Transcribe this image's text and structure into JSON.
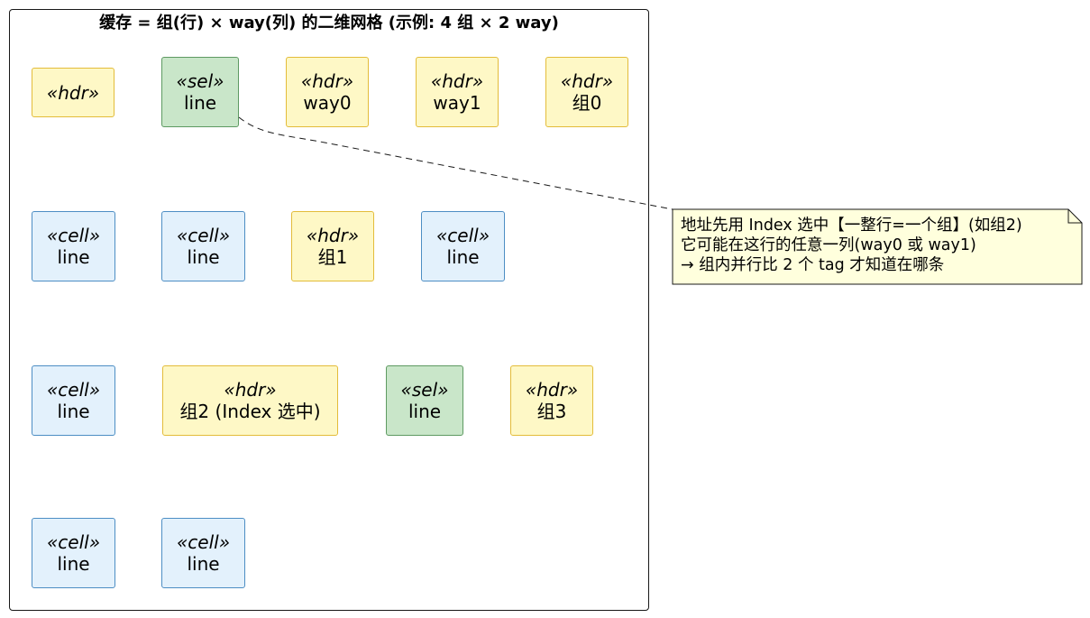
{
  "diagram": {
    "title": "缓存 = 组(行) × way(列) 的二维网格 (示例: 4 组 × 2 way)",
    "nodes": [
      {
        "id": "corner",
        "stereotype": "«hdr»",
        "label": "",
        "kind": "hdr"
      },
      {
        "id": "sel-1",
        "stereotype": "«sel»",
        "label": "line",
        "kind": "sel"
      },
      {
        "id": "way0",
        "stereotype": "«hdr»",
        "label": "way0",
        "kind": "hdr"
      },
      {
        "id": "way1",
        "stereotype": "«hdr»",
        "label": "way1",
        "kind": "hdr"
      },
      {
        "id": "group0",
        "stereotype": "«hdr»",
        "label": "组0",
        "kind": "hdr"
      },
      {
        "id": "cell-1",
        "stereotype": "«cell»",
        "label": "line",
        "kind": "cell"
      },
      {
        "id": "cell-2",
        "stereotype": "«cell»",
        "label": "line",
        "kind": "cell"
      },
      {
        "id": "group1",
        "stereotype": "«hdr»",
        "label": "组1",
        "kind": "hdr"
      },
      {
        "id": "cell-3",
        "stereotype": "«cell»",
        "label": "line",
        "kind": "cell"
      },
      {
        "id": "cell-4",
        "stereotype": "«cell»",
        "label": "line",
        "kind": "cell"
      },
      {
        "id": "group2",
        "stereotype": "«hdr»",
        "label": "组2 (Index 选中)",
        "kind": "hdr"
      },
      {
        "id": "sel-2",
        "stereotype": "«sel»",
        "label": "line",
        "kind": "sel"
      },
      {
        "id": "group3",
        "stereotype": "«hdr»",
        "label": "组3",
        "kind": "hdr"
      },
      {
        "id": "cell-5",
        "stereotype": "«cell»",
        "label": "line",
        "kind": "cell"
      },
      {
        "id": "cell-6",
        "stereotype": "«cell»",
        "label": "line",
        "kind": "cell"
      }
    ],
    "note": {
      "lines": [
        "地址先用 Index 选中【一整行=一个组】(如组2)",
        "它可能在这行的任意一列(way0 或 way1)",
        "→ 组内并行比 2 个 tag 才知道在哪条"
      ],
      "attached_to": "sel-1"
    },
    "colors": {
      "hdr_fill": "#fef8c6",
      "hdr_border": "#e3bc3a",
      "sel_fill": "#c9e6c9",
      "sel_border": "#5e9a62",
      "cell_fill": "#e3f1fc",
      "cell_border": "#4d8ec4",
      "note_fill": "#ffffdd",
      "line_color": "#181818"
    }
  }
}
